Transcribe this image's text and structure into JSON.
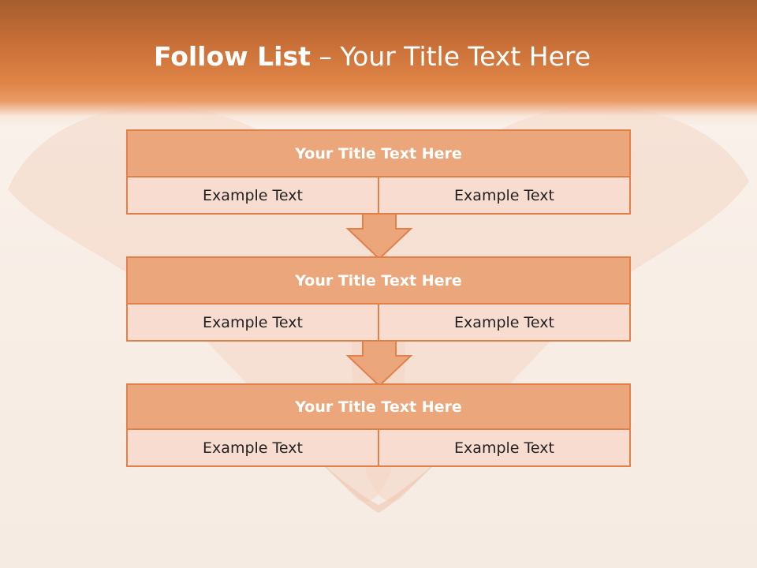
{
  "slide": {
    "title_bold": "Follow List",
    "title_rest": " – Your Title Text Here"
  },
  "blocks": [
    {
      "title": "Your Title Text Here",
      "cells": [
        "Example Text",
        "Example Text"
      ]
    },
    {
      "title": "Your Title Text Here",
      "cells": [
        "Example Text",
        "Example Text"
      ]
    },
    {
      "title": "Your Title Text Here",
      "cells": [
        "Example Text",
        "Example Text"
      ]
    }
  ],
  "colors": {
    "header_top": "#a55e2f",
    "header_bottom": "#df8446",
    "block_title_fill": "#eba77b",
    "block_cell_fill": "#f8dccf",
    "border": "#e2804a",
    "arrow_fill": "#eba77b"
  }
}
